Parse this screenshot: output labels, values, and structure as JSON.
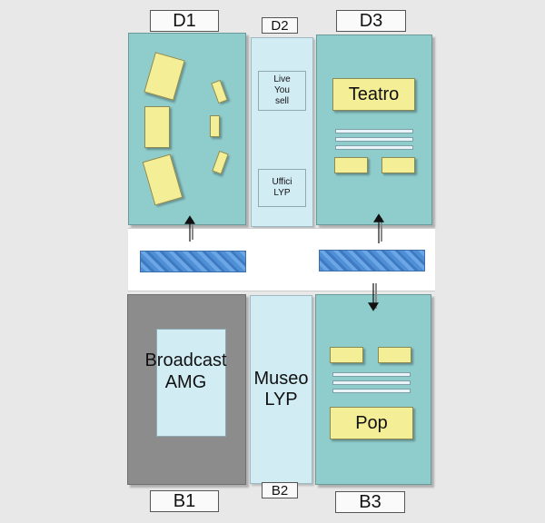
{
  "labels": {
    "d1": "D1",
    "d2": "D2",
    "d3": "D3",
    "b1": "B1",
    "b2": "B2",
    "b3": "B3"
  },
  "d2_boxes": {
    "top": "Live\nYou\nsell",
    "bottom": "Uffici\nLYP"
  },
  "d3_sign": "Teatro",
  "b1_sign": "Broadcast\nAMG",
  "b2_text": "Museo\nLYP",
  "b3_sign": "Pop"
}
